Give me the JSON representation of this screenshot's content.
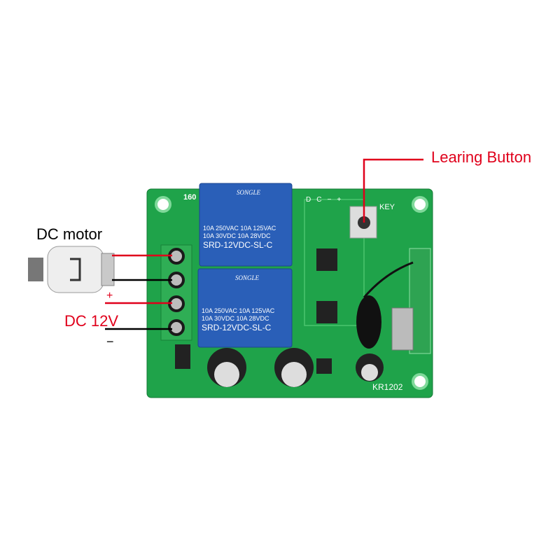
{
  "annotations": {
    "learning_button": "Learing Button",
    "motor": "DC motor",
    "power": "DC 12V",
    "plus": "+",
    "minus": "−"
  },
  "board": {
    "model": "KR1202",
    "silk_160": "160",
    "key_label": "KEY",
    "header_pins": [
      "D",
      "C",
      "−",
      "+"
    ],
    "relays": [
      {
        "brand": "SONGLE",
        "rating1": "10A 250VAC  10A 125VAC",
        "rating2": "10A  30VDC  10A  28VDC",
        "model": "SRD-12VDC-SL-C"
      },
      {
        "brand": "SONGLE",
        "rating1": "10A 250VAC  10A 125VAC",
        "rating2": "10A  30VDC  10A  28VDC",
        "model": "SRD-12VDC-SL-C"
      }
    ]
  },
  "colors": {
    "accent": "#e0001b",
    "pcb": "#1fa34a",
    "relay": "#2a5fb8"
  }
}
